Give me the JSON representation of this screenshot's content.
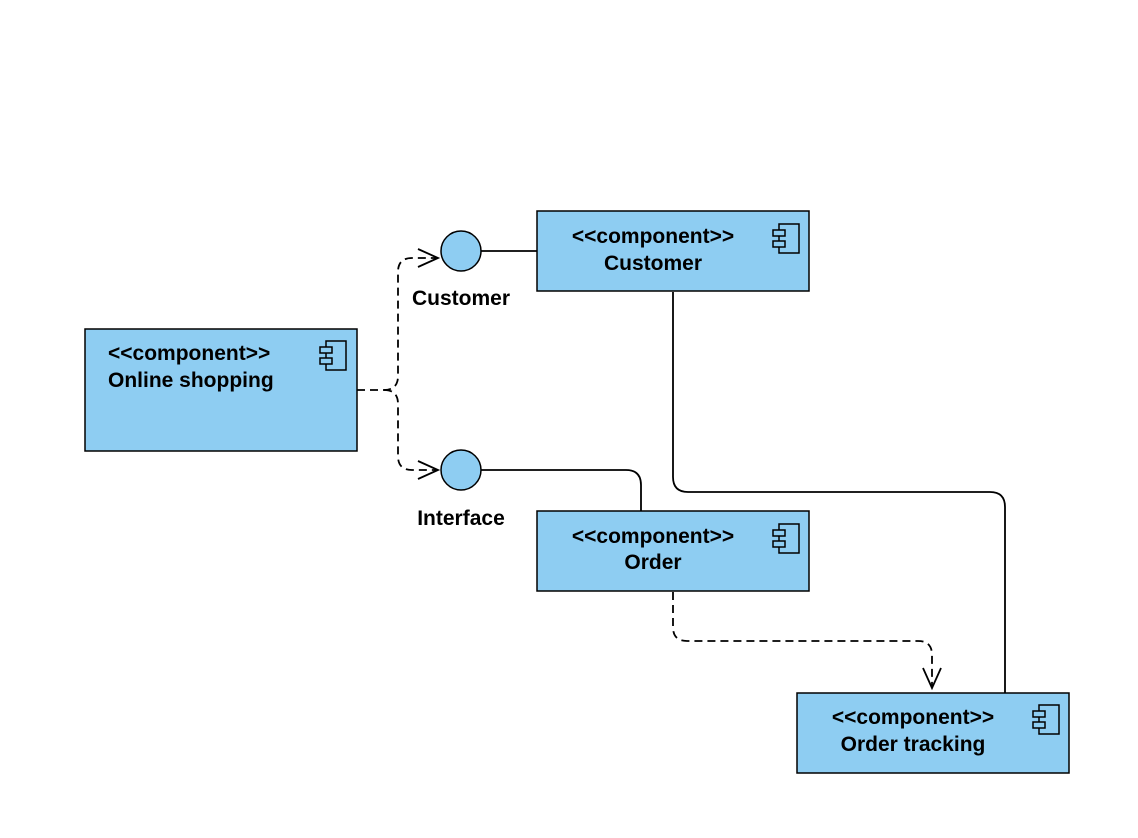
{
  "components": [
    {
      "id": "online-shopping",
      "stereotype": "<<component>>",
      "name": "Online shopping"
    },
    {
      "id": "customer",
      "stereotype": "<<component>>",
      "name": "Customer"
    },
    {
      "id": "order",
      "stereotype": "<<component>>",
      "name": "Order"
    },
    {
      "id": "order-tracking",
      "stereotype": "<<component>>",
      "name": "Order tracking"
    }
  ],
  "interfaces": [
    {
      "id": "customer-interface",
      "label": "Customer"
    },
    {
      "id": "order-interface",
      "label": "Interface"
    }
  ],
  "colors": {
    "component_fill": "#8ecdf2",
    "line": "#000000"
  },
  "icons": {
    "component": "uml-component-icon"
  }
}
